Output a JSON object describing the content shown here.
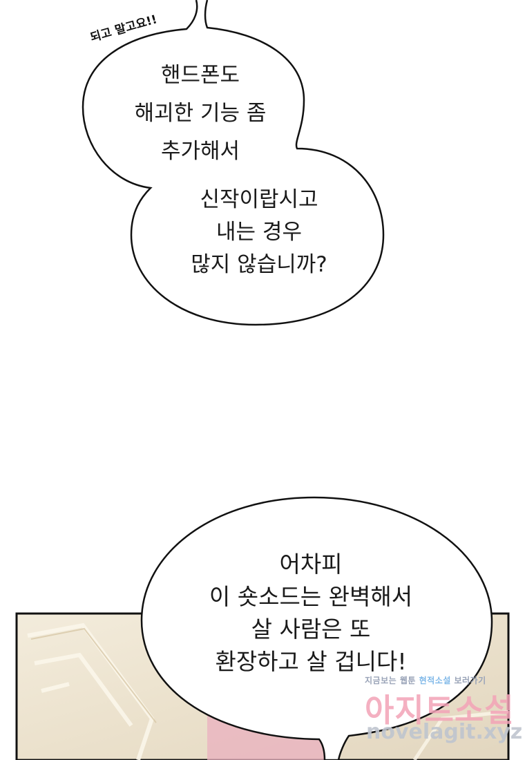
{
  "sfx": {
    "text": "되고 말고요!!"
  },
  "bubble_top": {
    "lines": [
      "핸드폰도",
      "해괴한 기능 좀",
      "추가해서"
    ]
  },
  "bubble_middle": {
    "lines": [
      "신작이랍시고",
      "내는 경우",
      "많지 않습니까?"
    ]
  },
  "bubble_bottom": {
    "lines": [
      "어차피",
      "이 숏소드는 완벽해서",
      "살 사람은 또",
      "환장하고 살 겁니다!"
    ]
  },
  "watermark": {
    "tagline_a": "지금보는 웹툰",
    "tagline_b": "현적소설",
    "tagline_c": "보러가기",
    "brand": "아지트소설",
    "url": "novelagit.xyz"
  },
  "colors": {
    "outline": "#1a1a1a",
    "panel_bg": "#ece3d0",
    "pink_accent": "#e8a7b8"
  }
}
